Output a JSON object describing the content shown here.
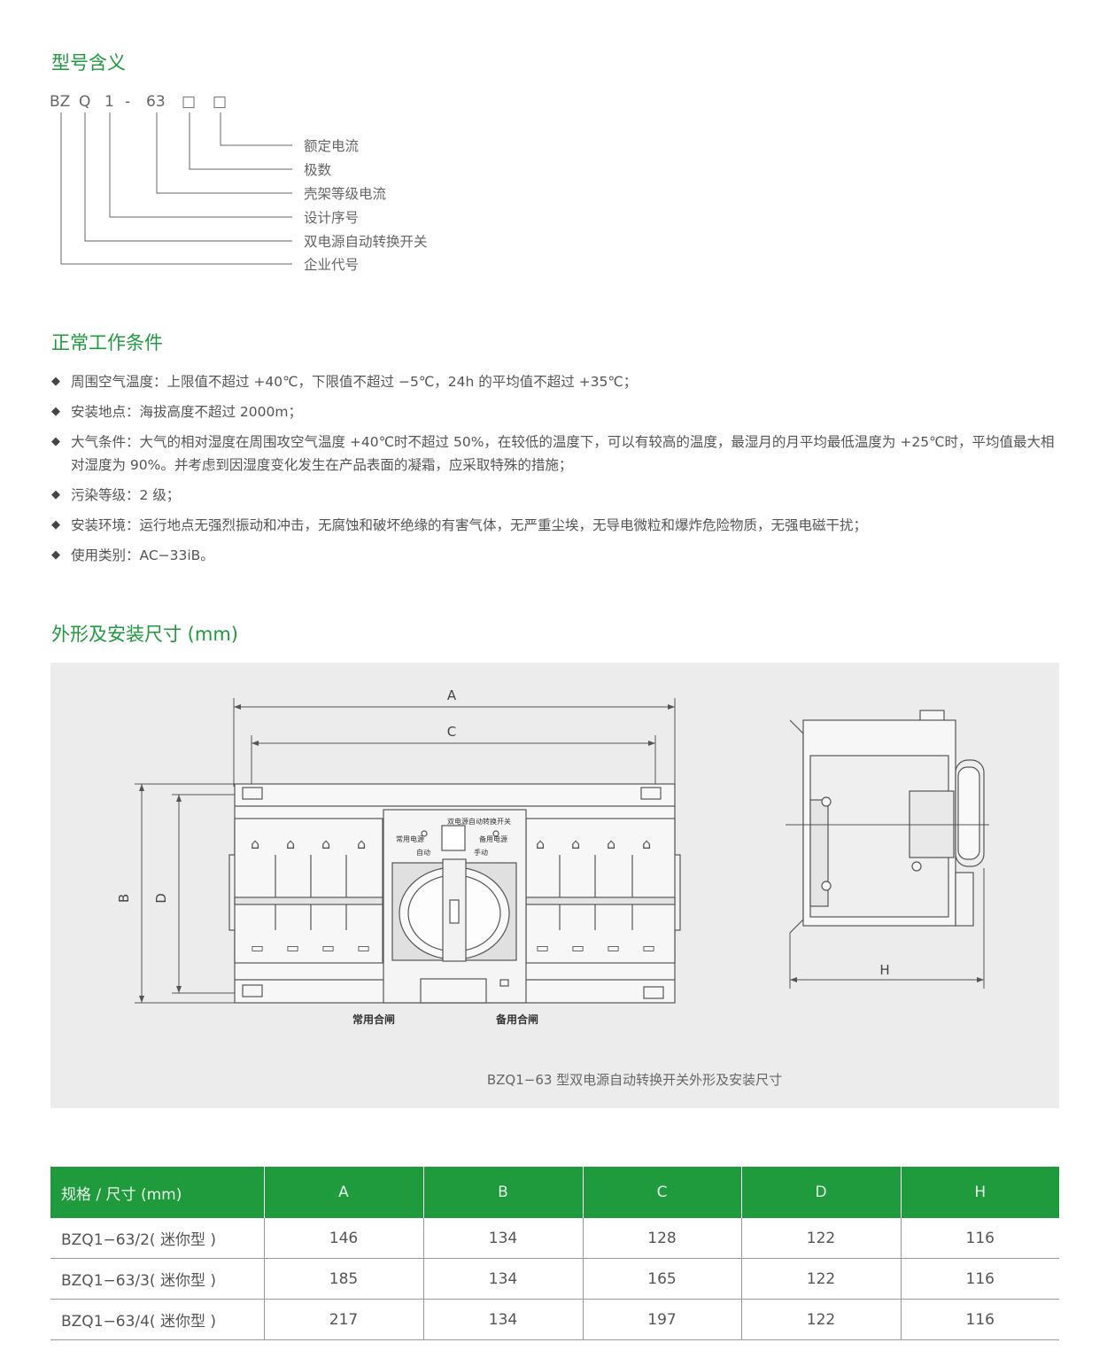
{
  "model_meaning": {
    "title": "型号含义",
    "code_parts": [
      "BZ",
      "Q",
      "1",
      "-",
      "63",
      "□",
      "□"
    ],
    "labels": [
      "额定电流",
      "极数",
      "壳架等级电流",
      "设计序号",
      "双电源自动转换开关",
      "企业代号"
    ]
  },
  "conditions": {
    "title": "正常工作条件",
    "bullet": "◆",
    "items": [
      "周围空气温度：上限值不超过 +40℃，下限值不超过 −5℃，24h 的平均值不超过 +35℃；",
      "安装地点：海拔高度不超过 2000m；",
      "大气条件：大气的相对湿度在周围攻空气温度 +40℃时不超过 50%，在较低的温度下，可以有较高的温度，最湿月的月平均最低温度为 +25℃时，平均值最大相对湿度为 90%。并考虑到因湿度变化发生在产品表面的凝霜，应采取特殊的措施；",
      "污染等级：2 级；",
      "安装环境：运行地点无强烈振动和冲击，无腐蚀和破坏绝缘的有害气体，无严重尘埃，无导电微粒和爆炸危险物质，无强电磁干扰；",
      "使用类别：AC−33iB。"
    ]
  },
  "dimensions": {
    "title": "外形及安装尺寸 (mm)",
    "drawing": {
      "dim_labels": {
        "a": "A",
        "b": "B",
        "c": "C",
        "d": "D",
        "h": "H"
      },
      "panel_title": "双电源自动转换开关",
      "normal_power": "常用电源",
      "backup_power": "备用电源",
      "auto": "自动",
      "manual": "手动",
      "normal_close": "常用合闸",
      "backup_close": "备用合闸"
    },
    "caption": "BZQ1−63 型双电源自动转换开关外形及安装尺寸"
  },
  "table": {
    "headers": [
      "规格 / 尺寸 (mm)",
      "A",
      "B",
      "C",
      "D",
      "H"
    ],
    "rows": [
      [
        "BZQ1−63/2( 迷你型 )",
        "146",
        "134",
        "128",
        "122",
        "116"
      ],
      [
        "BZQ1−63/3( 迷你型 )",
        "185",
        "134",
        "165",
        "122",
        "116"
      ],
      [
        "BZQ1−63/4( 迷你型 )",
        "217",
        "134",
        "197",
        "122",
        "116"
      ]
    ]
  },
  "colors": {
    "accent": "#1f9b3e",
    "text": "#555555",
    "panel": "#ececec"
  }
}
